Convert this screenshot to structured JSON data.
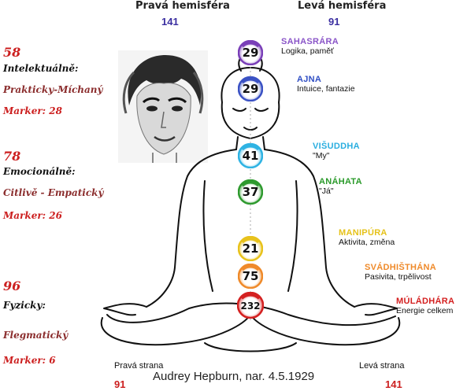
{
  "header": {
    "right_hemisphere_label": "Pravá hemisféra",
    "right_hemisphere_value": "141",
    "left_hemisphere_label": "Levá hemisféra",
    "left_hemisphere_value": "91"
  },
  "sections": [
    {
      "score": "58",
      "category": "Intelektuálně:",
      "type": "Prakticky-Míchaný",
      "marker": "Marker: 28"
    },
    {
      "score": "78",
      "category": "Emocionálně:",
      "type": "Citlivě - Empatický",
      "marker": "Marker: 26"
    },
    {
      "score": "96",
      "category": "Fyzicky:",
      "type": "Flegmatický",
      "marker": "Marker: 6"
    }
  ],
  "chakras": [
    {
      "name": "SAHASRÁRA",
      "desc": "Logika, paměť",
      "value": "29",
      "color": "#7a3fb8"
    },
    {
      "name": "AJNA",
      "desc": "Intuice, fantazie",
      "value": "29",
      "color": "#3b52c4"
    },
    {
      "name": "VIŠUDDHA",
      "desc": "\"My\"",
      "value": "41",
      "color": "#2fb3e3"
    },
    {
      "name": "ANÁHATA",
      "desc": "\"Já\"",
      "value": "37",
      "color": "#2f9a2f"
    },
    {
      "name": "MANIPÚRA",
      "desc": "Aktivita, změna",
      "value": "21",
      "color": "#e8c21c"
    },
    {
      "name": "SVÁDHIŠTHÁNA",
      "desc": "Pasivita, trpělivost",
      "value": "75",
      "color": "#ef8a2a"
    },
    {
      "name": "MÚLÁDHÁRA",
      "desc": "Energie celkem",
      "value": "232",
      "color": "#d42020"
    }
  ],
  "footer": {
    "right_side_label": "Pravá strana",
    "right_side_value": "91",
    "left_side_label": "Levá strana",
    "left_side_value": "141",
    "caption": "Audrey Hepburn, nar. 4.5.1929"
  }
}
